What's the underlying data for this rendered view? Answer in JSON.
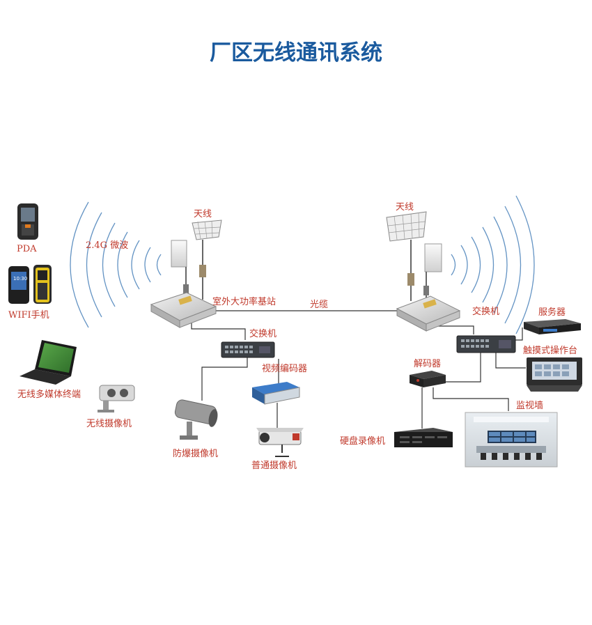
{
  "title": "厂区无线通讯系统",
  "colors": {
    "title": "#1a5a9e",
    "label": "#c0392b",
    "wave": "#2f6fb0",
    "line": "#333333"
  },
  "labels": {
    "pda": "PDA",
    "wifi_phone": "WIFI手机",
    "microwave": "2.4G 微波",
    "antenna_left": "天线",
    "antenna_right": "天线",
    "base_station": "室外大功率基站",
    "fiber": "光缆",
    "switch_left": "交换机",
    "switch_right": "交换机",
    "server": "服务器",
    "touch_console": "触摸式操作台",
    "video_encoder": "视频编码器",
    "decoder": "解码器",
    "wireless_terminal": "无线多媒体终端",
    "wireless_camera": "无线摄像机",
    "explosion_camera": "防爆摄像机",
    "normal_camera": "普通摄像机",
    "hdd_recorder": "硬盘录像机",
    "monitor_wall": "监视墙",
    "phone_screen": "10:30"
  }
}
